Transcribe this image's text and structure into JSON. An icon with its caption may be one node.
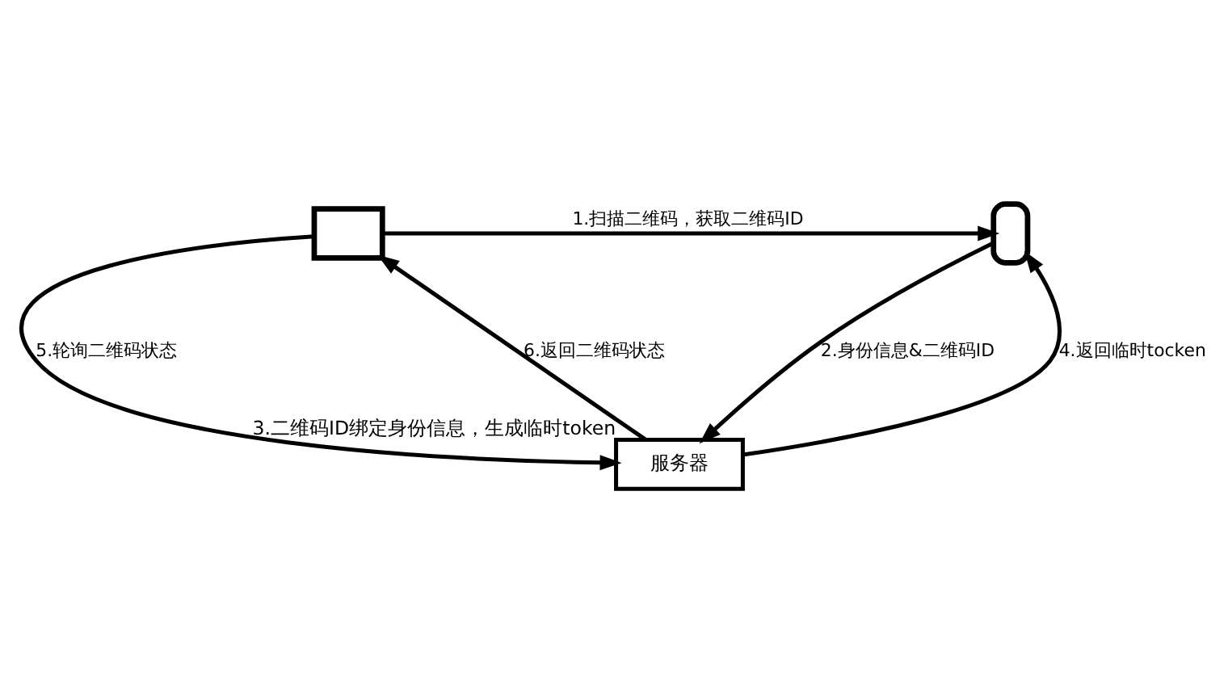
{
  "diagram": {
    "nodes": [
      {
        "text": [],
        "shape": "box"
      },
      {
        "text": [],
        "shape": "box"
      },
      {
        "text": [
          "服务器"
        ],
        "beside": [
          "3.二维码ID绑定身份信息，生成临时token"
        ]
      }
    ],
    "edges": [
      {
        "from": 0,
        "to": 1,
        "arrow": "to",
        "label": "1.扫描二维码，获取二维码ID"
      },
      {
        "from": 1,
        "to": 2,
        "arrow": "to",
        "label": "2.身份信息&二维码ID"
      },
      {
        "from": 2,
        "to": 1,
        "arrow": "to",
        "label": "4.返回临时tocken"
      },
      {
        "from": 0,
        "to": 2,
        "arrow": "to",
        "label": "5.轮询二维码状态"
      },
      {
        "from": 2,
        "to": 0,
        "arrow": "to",
        "label": "6.返回二维码状态"
      }
    ]
  }
}
